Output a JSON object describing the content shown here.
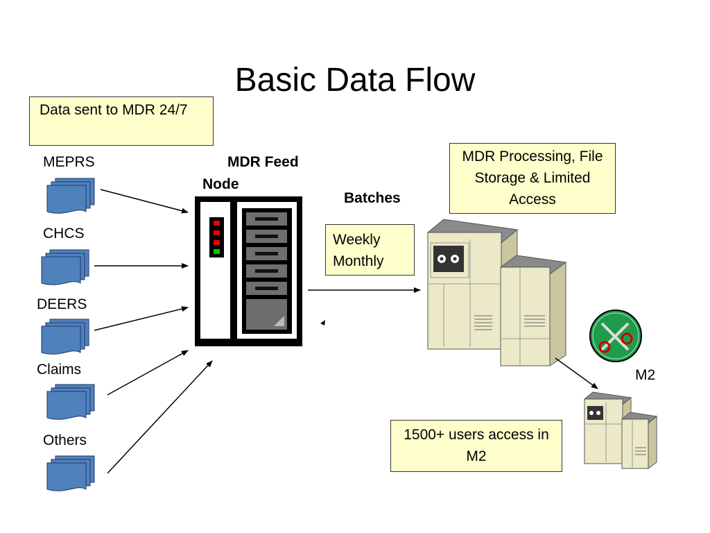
{
  "title": "Basic Data Flow",
  "note_top": "Data sent to MDR 24/7",
  "sources": [
    "MEPRS",
    "CHCS",
    "DEERS",
    "Claims",
    "Others"
  ],
  "feed_node": {
    "line1": "MDR Feed",
    "line2": "Node"
  },
  "batches": {
    "label": "Batches",
    "line1": "Weekly",
    "line2": "Monthly"
  },
  "processing": {
    "line1": "MDR Processing, File",
    "line2": "Storage & Limited",
    "line3": "Access"
  },
  "m2_label": "M2",
  "users_note": {
    "line1": "1500+ users access in",
    "line2": "M2"
  },
  "colors": {
    "note_bg": "#ffffcc",
    "doc_blue": "#4f81bd",
    "server_beige": "#ece9c8",
    "emblem_green": "#1f9b4b"
  }
}
